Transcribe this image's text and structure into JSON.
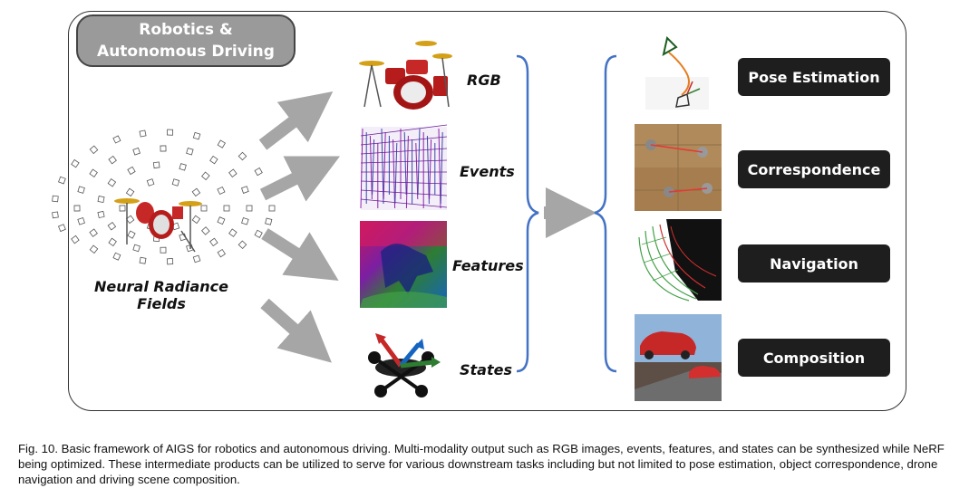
{
  "title": "Robotics &\nAutonomous Driving",
  "nerf_label": "Neural Radiance Fields",
  "modalities": [
    {
      "label": "RGB",
      "icon": "drum-kit-image"
    },
    {
      "label": "Events",
      "icon": "event-camera-image"
    },
    {
      "label": "Features",
      "icon": "feature-map-image"
    },
    {
      "label": "States",
      "icon": "drone-state-image"
    }
  ],
  "tasks": [
    {
      "label": "Pose Estimation",
      "icon": "camera-trajectory-image"
    },
    {
      "label": "Correspondence",
      "icon": "correspondence-image"
    },
    {
      "label": "Navigation",
      "icon": "navigation-mesh-image"
    },
    {
      "label": "Composition",
      "icon": "car-composition-image"
    }
  ],
  "caption": "Fig. 10. Basic framework of AIGS for robotics and autonomous driving. Multi-modality output such as RGB images, events, features, and states can be synthesized while NeRF being optimized. These intermediate products can be utilized to serve for various downstream tasks including but not limited to pose estimation, object correspondence, drone navigation and driving scene composition.",
  "colors": {
    "arrow": "#a6a6a6",
    "bracket": "#4472c4",
    "task_bg": "#1e1e1e",
    "pill_bg": "#9a9a9a"
  }
}
